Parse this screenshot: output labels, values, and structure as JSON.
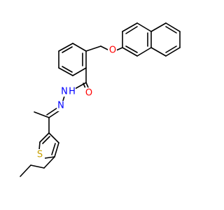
{
  "molecule": {
    "atoms": {
      "ether_oxygen": {
        "symbol": "O",
        "color": "#ff0000"
      },
      "carbonyl_oxygen": {
        "symbol": "O",
        "color": "#ff0000"
      },
      "amide_nitrogen": {
        "symbol": "N",
        "color": "#0000ff"
      },
      "amide_hydrogen": {
        "symbol": "H",
        "color": "#0000ff"
      },
      "imine_nitrogen": {
        "symbol": "N",
        "color": "#0000ff"
      },
      "thiophene_sulfur": {
        "symbol": "S",
        "color": "#c8a000"
      }
    },
    "colors": {
      "bond": "#000000",
      "oxygen": "#ff0000",
      "nitrogen": "#0000ff",
      "sulfur": "#c8a000"
    }
  }
}
